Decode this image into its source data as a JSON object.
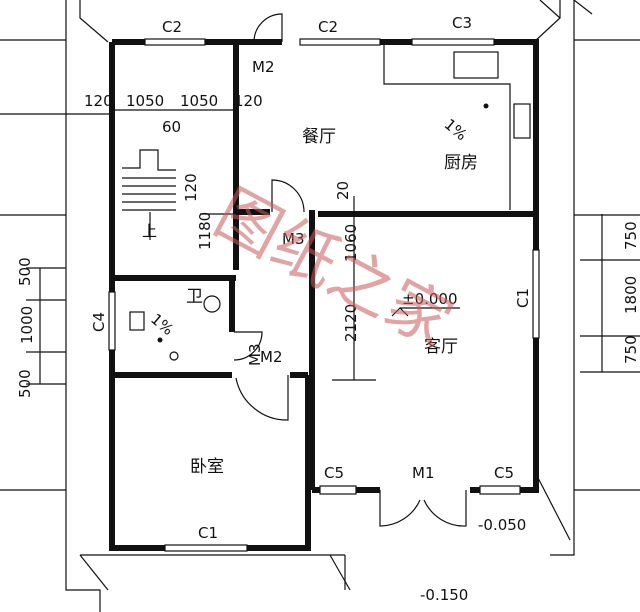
{
  "rooms": {
    "dining": "餐厅",
    "kitchen": "厨房",
    "living": "客厅",
    "bedroom": "卧室",
    "bath": "卫"
  },
  "windows": {
    "c2_left": "C2",
    "c2_top": "C2",
    "c3": "C3",
    "c1_right": "C1",
    "c4": "C4",
    "c5_left": "C5",
    "c5_right": "C5",
    "c1_bottom": "C1"
  },
  "doors": {
    "m2_top": "M2",
    "m3": "M3",
    "m3_bath": "M3",
    "m2_bath": "M2",
    "m1": "M1"
  },
  "stair": {
    "label": "上"
  },
  "slopes": {
    "kitchen": "1%",
    "bath": "1%"
  },
  "elevations": {
    "living": "±0.000",
    "entry": "-0.050",
    "outside": "-0.150"
  },
  "dimensions": {
    "d120a": "120",
    "d1050a": "1050",
    "d1050b": "1050",
    "d120b": "120",
    "d60": "60",
    "d1180": "1180",
    "d120c": "120",
    "d20": "20",
    "d1060": "1060",
    "d2120": "2120",
    "d500a": "500",
    "d1000": "1000",
    "d500b": "500",
    "d750a": "750",
    "d1800": "1800",
    "d750b": "750"
  },
  "watermark": "图纸之家"
}
